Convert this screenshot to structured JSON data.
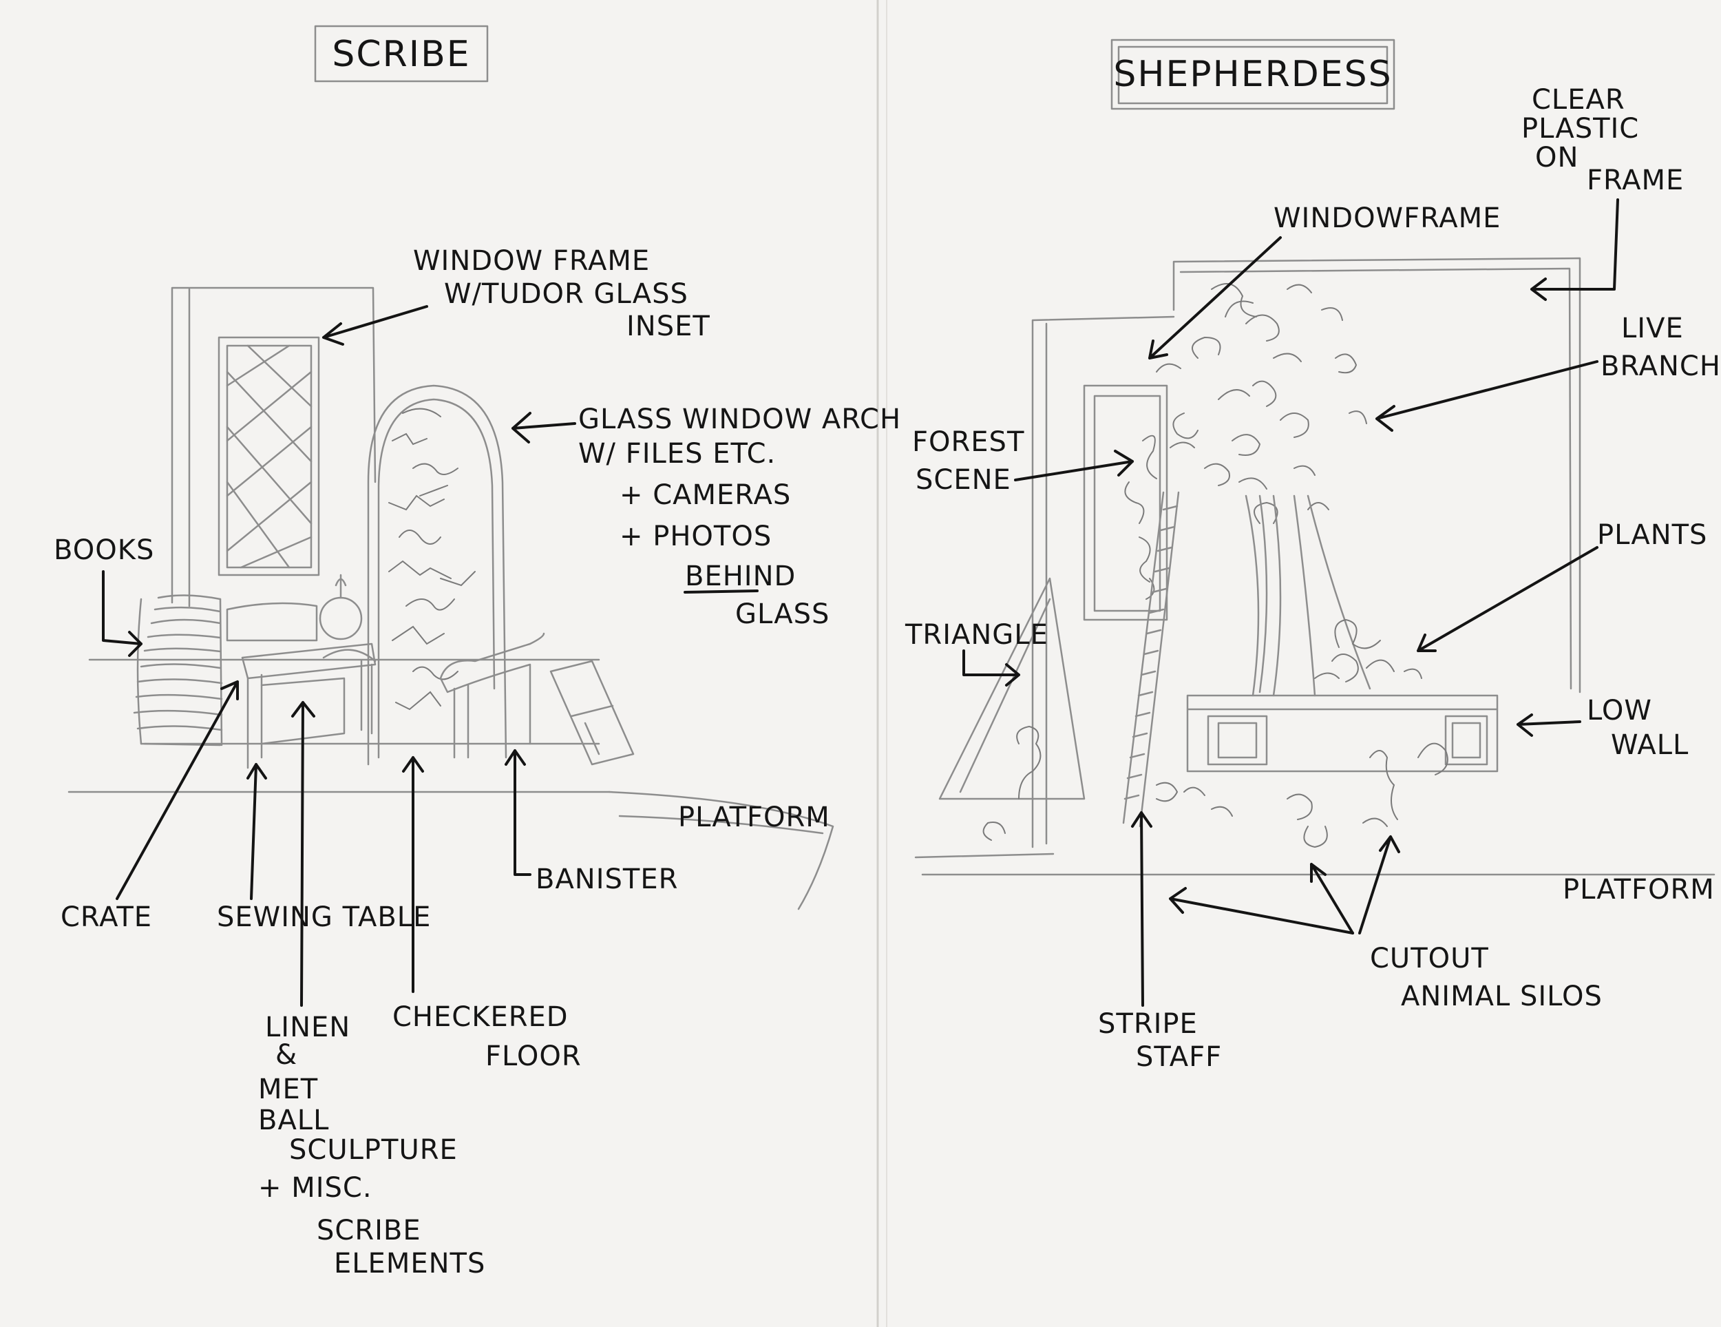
{
  "left_panel": {
    "title": "SCRIBE",
    "labels": {
      "window_frame": [
        "WINDOW FRAME",
        "W/TUDOR GLASS",
        "INSET"
      ],
      "glass_arch": [
        "GLASS WINDOW ARCH",
        "W/ FILES ETC.",
        "+ CAMERAS",
        "+ PHOTOS",
        "BEHIND",
        "GLASS"
      ],
      "books": "BOOKS",
      "platform": "PLATFORM",
      "crate": "CRATE",
      "sewing_table": "SEWING TABLE",
      "banister": "BANISTER",
      "linen": [
        "LINEN",
        "&",
        "MET",
        "BALL",
        "SCULPTURE",
        "+ MISC.",
        "SCRIBE",
        "ELEMENTS"
      ],
      "checkered_floor": [
        "CHECKERED",
        "FLOOR"
      ]
    }
  },
  "right_panel": {
    "title": "SHEPHERDESS",
    "labels": {
      "clear_plastic": [
        "CLEAR",
        "PLASTIC",
        "ON",
        "FRAME"
      ],
      "window_frame": "WINDOWFRAME",
      "live_branches": [
        "LIVE",
        "BRANCHES"
      ],
      "forest_scene": [
        "FOREST",
        "SCENE"
      ],
      "plants": "PLANTS",
      "triangle": "TRIANGLE",
      "low_wall": [
        "LOW",
        "WALL"
      ],
      "platform": "PLATFORM",
      "cutout_animals": [
        "CUTOUT",
        "ANIMAL SILOS"
      ],
      "stripe_staff": [
        "STRIPE",
        "STAFF"
      ]
    }
  }
}
